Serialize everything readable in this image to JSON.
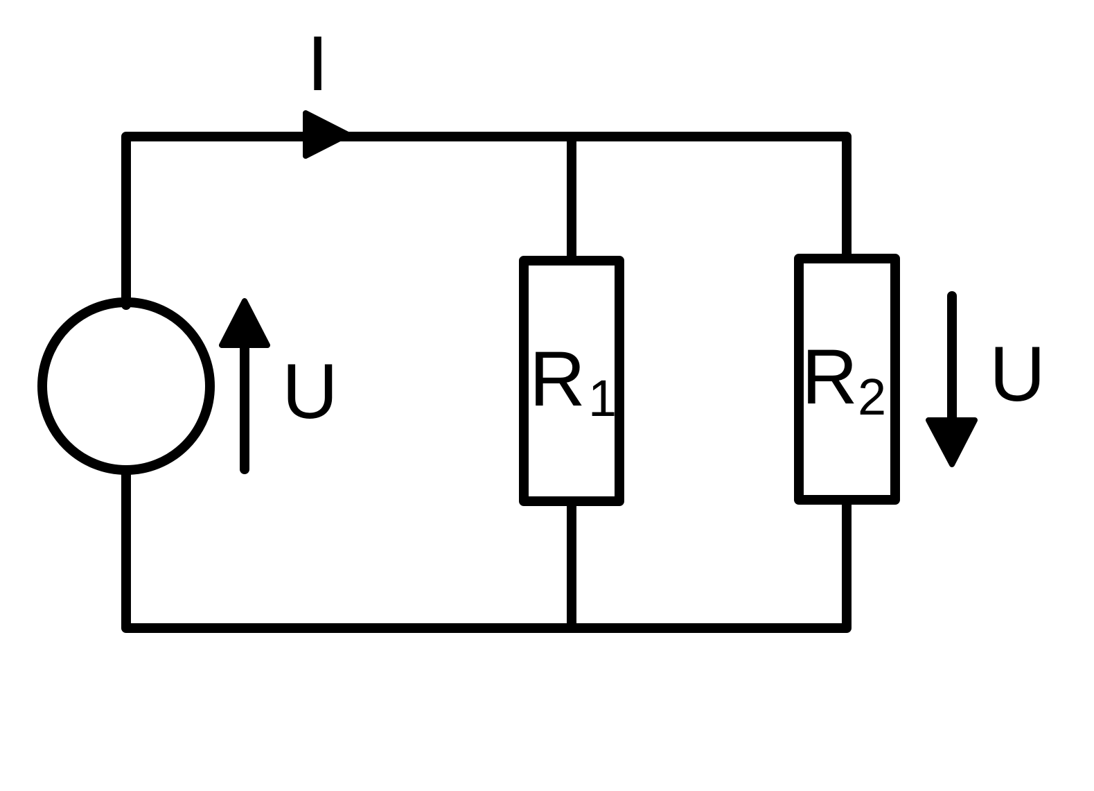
{
  "colors": {
    "background": "#ffffff",
    "stroke": "#000000"
  },
  "labels": {
    "current": "I",
    "source_voltage": "U",
    "r1_letter": "R",
    "r1_sub": "1",
    "r2_letter": "R",
    "r2_sub": "2",
    "r2_voltage": "U"
  }
}
